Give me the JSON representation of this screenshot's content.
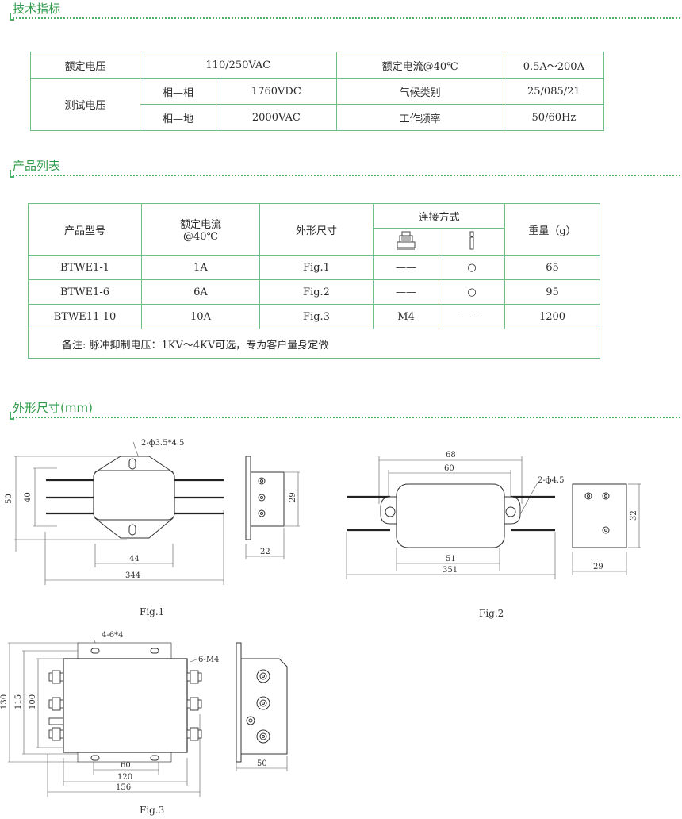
{
  "sections": {
    "tech": "技术指标",
    "products": "产品列表",
    "dims": "外形尺寸(mm)"
  },
  "spec": {
    "rated_voltage_label": "额定电压",
    "rated_voltage_value": "110/250VAC",
    "rated_current_label": "额定电流@40℃",
    "rated_current_value": "0.5A～200A",
    "test_voltage_label": "测试电压",
    "phase_phase_label": "相—相",
    "phase_phase_value": "1760VDC",
    "climate_label": "气候类别",
    "climate_value": "25/085/21",
    "phase_ground_label": "相—地",
    "phase_ground_value": "2000VAC",
    "freq_label": "工作频率",
    "freq_value": "50/60Hz"
  },
  "products": {
    "headers": {
      "model": "产品型号",
      "current_l1": "额定电流",
      "current_l2": "@40℃",
      "size": "外形尺寸",
      "connection": "连接方式",
      "weight": "重量（g）"
    },
    "rows": [
      {
        "model": "BTWE1-1",
        "current": "1A",
        "fig": "Fig.1",
        "conn1": "——",
        "conn2": "○",
        "weight": "65"
      },
      {
        "model": "BTWE1-6",
        "current": "6A",
        "fig": "Fig.2",
        "conn1": "——",
        "conn2": "○",
        "weight": "95"
      },
      {
        "model": "BTWE11-10",
        "current": "10A",
        "fig": "Fig.3",
        "conn1": "M4",
        "conn2": "——",
        "weight": "1200"
      }
    ],
    "note": "备注:  脉冲抑制电压：1KV～4KV可选，专为客户量身定做"
  },
  "figures": {
    "fig1": {
      "label": "Fig.1",
      "hole": "2-ф3.5*4.5",
      "dim_height_outer": "50",
      "dim_height_inner": "40",
      "dim_width_inner": "44",
      "dim_width_total": "344",
      "side_height": "29",
      "side_depth": "22"
    },
    "fig2": {
      "label": "Fig.2",
      "hole": "2-ф4.5",
      "dim_top_outer": "68",
      "dim_top_inner": "60",
      "dim_width_inner": "51",
      "dim_width_total": "351",
      "side_height": "32",
      "side_depth": "29"
    },
    "fig3": {
      "label": "Fig.3",
      "hole": "4-6*4",
      "terminal": "6-M4",
      "dim_h1": "130",
      "dim_h2": "115",
      "dim_h3": "100",
      "dim_w1": "60",
      "dim_w2": "120",
      "dim_w3": "156",
      "side_depth": "50"
    }
  }
}
